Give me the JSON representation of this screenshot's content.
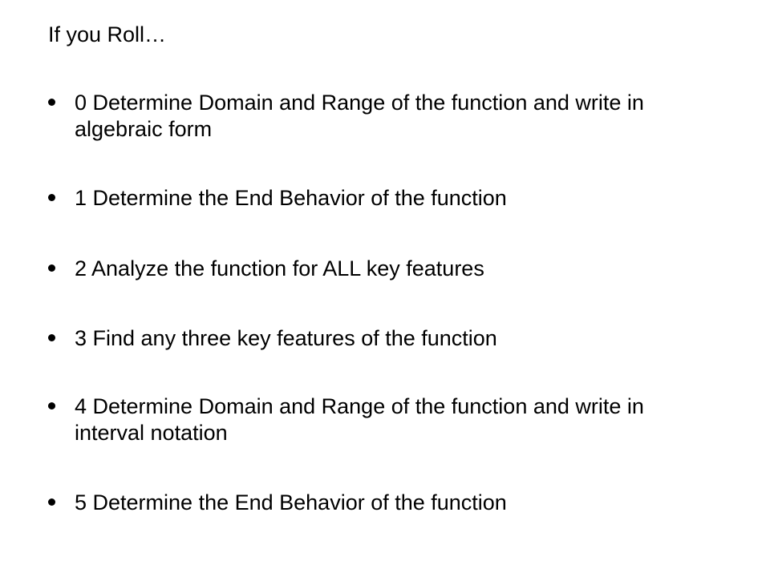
{
  "slide": {
    "heading": "If you Roll…",
    "items": [
      {
        "text": "0 Determine Domain and Range of the function and write in algebraic form"
      },
      {
        "text": "1 Determine the End Behavior of the function"
      },
      {
        "text": "2 Analyze the function for ALL key features"
      },
      {
        "text": "3 Find any three key features of the function"
      },
      {
        "text": "4 Determine Domain and Range of the function and write in interval notation"
      },
      {
        "text": "5 Determine the End Behavior of the function"
      }
    ]
  }
}
